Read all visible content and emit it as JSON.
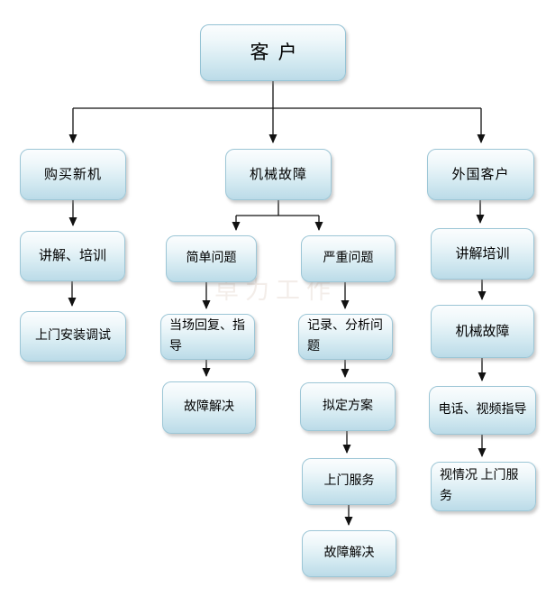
{
  "diagram": {
    "type": "flowchart",
    "watermark": "卓力工作",
    "nodes": {
      "customer": {
        "label": "客户"
      },
      "buy_new": {
        "label": "购买新机"
      },
      "mech_fault": {
        "label": "机械故障"
      },
      "foreign_customer": {
        "label": "外国客户"
      },
      "explain_train": {
        "label": "讲解、培训"
      },
      "onsite_install": {
        "label": "上门安装调试"
      },
      "simple_problem": {
        "label": "简单问题"
      },
      "severe_problem": {
        "label": "严重问题"
      },
      "reply_guide": {
        "label": "当场回复、指导"
      },
      "fault_solved_left": {
        "label": "故障解决"
      },
      "record_analyze": {
        "label": "记录、分析问题"
      },
      "make_plan": {
        "label": "拟定方案"
      },
      "onsite_service": {
        "label": "上门服务"
      },
      "fault_solved_mid": {
        "label": "故障解决"
      },
      "explain_train_right": {
        "label": "讲解培训"
      },
      "mech_fault_right": {
        "label": "机械故障"
      },
      "phone_video_guide": {
        "label": "电话、视频指导"
      },
      "onsite_as_needed": {
        "label": "视情况 上门服务"
      }
    },
    "edges": [
      {
        "from": "customer",
        "to": "buy_new"
      },
      {
        "from": "customer",
        "to": "mech_fault"
      },
      {
        "from": "customer",
        "to": "foreign_customer"
      },
      {
        "from": "buy_new",
        "to": "explain_train"
      },
      {
        "from": "explain_train",
        "to": "onsite_install"
      },
      {
        "from": "mech_fault",
        "to": "simple_problem"
      },
      {
        "from": "mech_fault",
        "to": "severe_problem"
      },
      {
        "from": "simple_problem",
        "to": "reply_guide"
      },
      {
        "from": "reply_guide",
        "to": "fault_solved_left"
      },
      {
        "from": "severe_problem",
        "to": "record_analyze"
      },
      {
        "from": "record_analyze",
        "to": "make_plan"
      },
      {
        "from": "make_plan",
        "to": "onsite_service"
      },
      {
        "from": "onsite_service",
        "to": "fault_solved_mid"
      },
      {
        "from": "foreign_customer",
        "to": "explain_train_right"
      },
      {
        "from": "explain_train_right",
        "to": "mech_fault_right"
      },
      {
        "from": "mech_fault_right",
        "to": "phone_video_guide"
      },
      {
        "from": "phone_video_guide",
        "to": "onsite_as_needed"
      }
    ],
    "colors": {
      "node_fill_top": "#fbfdfe",
      "node_fill_bottom": "#bbdbe8",
      "node_border": "#9cc6d6",
      "connector": "#111111",
      "background": "#ffffff"
    }
  }
}
